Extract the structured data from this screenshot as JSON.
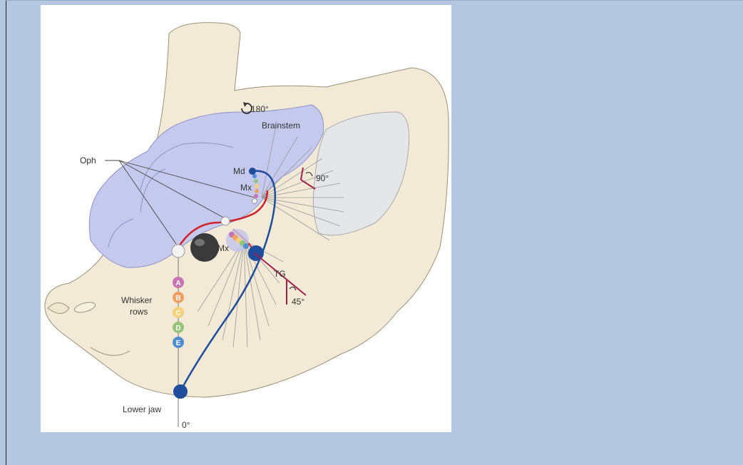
{
  "labels": {
    "rotation_180": "180°",
    "brainstem": "Brainstem",
    "oph": "Oph",
    "md": "Md",
    "mx_upper": "Mx",
    "mx_lower": "Mx",
    "angle_90": "90°",
    "tg": "TG",
    "angle_45": "45°",
    "whisker_rows_line1": "Whisker",
    "whisker_rows_line2": "rows",
    "lower_jaw": "Lower jaw",
    "angle_0": "0°"
  },
  "whisker_rows": [
    {
      "letter": "A",
      "color": "#c873b4"
    },
    {
      "letter": "B",
      "color": "#f0a060"
    },
    {
      "letter": "C",
      "color": "#f3d27a"
    },
    {
      "letter": "D",
      "color": "#93c47a"
    },
    {
      "letter": "E",
      "color": "#4f8fcf"
    }
  ],
  "colors": {
    "background": "#b5c7e0",
    "head": "#f2ead6",
    "brain": "#c6c9ee",
    "red_nerve": "#d0202a",
    "blue_nerve": "#1f4d9c",
    "angle_marker": "#a0204a",
    "ganglion": "#3a3a3a"
  }
}
